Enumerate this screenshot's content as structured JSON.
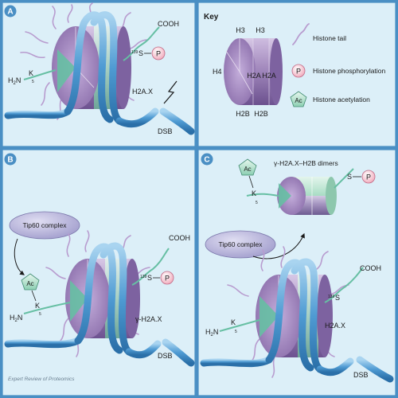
{
  "panels": {
    "a": {
      "letter": "A",
      "labels": {
        "cooh": "COOH",
        "ser": "S",
        "ser_num": "139",
        "phos": "P",
        "h2n": "H",
        "h2n_sub": "2",
        "h2n_n": "N",
        "lys": "K",
        "lys_num": "5",
        "h2ax": "H2A.X",
        "dsb": "DSB"
      }
    },
    "b": {
      "letter": "B",
      "labels": {
        "complex": "Tip60 complex",
        "ac": "Ac",
        "cooh": "COOH",
        "ser": "S",
        "ser_num": "139",
        "phos": "P",
        "h2n": "H",
        "h2n_sub": "2",
        "h2n_n": "N",
        "lys": "K",
        "lys_num": "5",
        "gh2ax": "γ-H2A.X",
        "dsb": "DSB"
      },
      "credit": "Expert Review of Proteomics"
    },
    "c": {
      "letter": "C",
      "labels": {
        "dimers": "γ-H2A.X–H2B dimers",
        "ac": "Ac",
        "lys": "K",
        "lys_num": "5",
        "ser": "S",
        "phos": "P",
        "complex": "Tip60 complex",
        "cooh": "COOH",
        "ser_num": "139",
        "ser2": "S",
        "h2n": "H",
        "h2n_sub": "2",
        "h2n_n": "N",
        "lys2": "K",
        "lys2_num": "5",
        "h2ax": "H2A.X",
        "dsb": "DSB"
      }
    }
  },
  "key": {
    "title": "Key",
    "h3_left": "H3",
    "h3_right": "H3",
    "h4": "H4",
    "h2a_left": "H2A",
    "h2a_right": "H2A",
    "h2b_left": "H2B",
    "h2b_right": "H2B",
    "items": [
      {
        "symbol": "tail",
        "label": "Histone tail"
      },
      {
        "symbol": "P",
        "label": "Histone phosphorylation"
      },
      {
        "symbol": "Ac",
        "label": "Histone acetylation"
      }
    ]
  },
  "colors": {
    "background": "#dceff8",
    "border": "#4a8fc4",
    "purple": "#9d83b8",
    "purple_dark": "#6a4f8c",
    "green": "#66bfa3",
    "dna": "#5aa3d8",
    "phospho": "#f5c6d0",
    "complex": "#b8b5d9"
  }
}
